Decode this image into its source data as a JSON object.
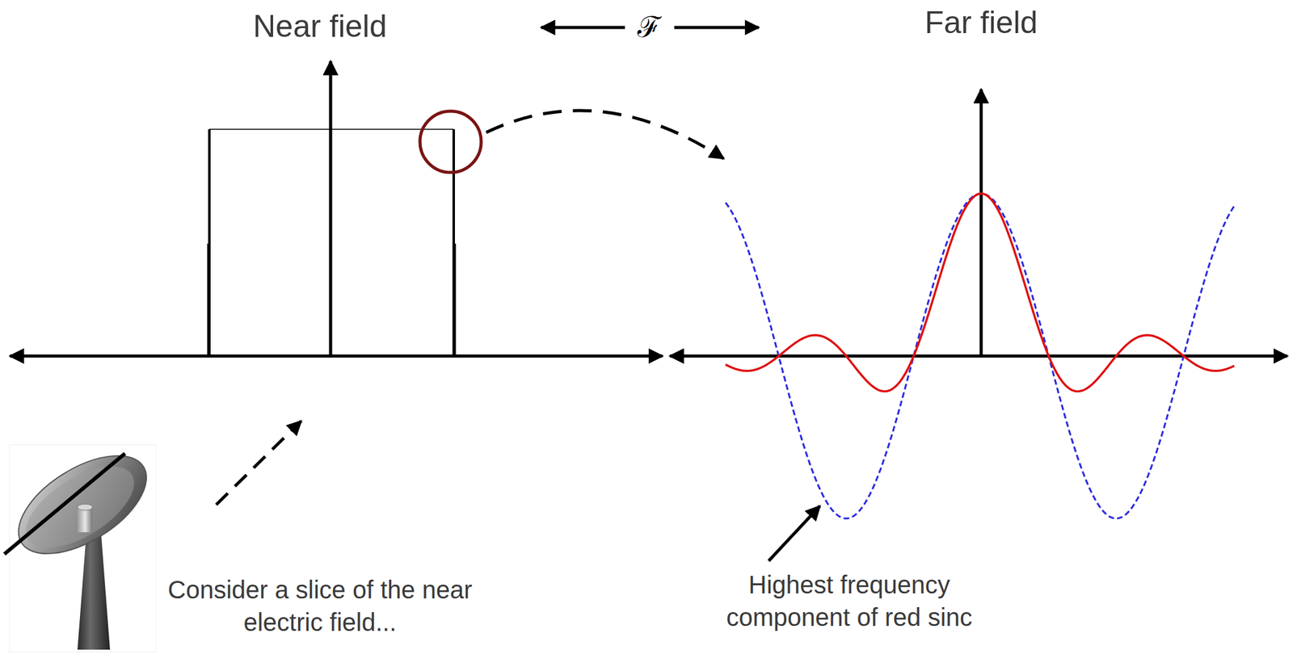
{
  "diagram": {
    "labels": [
      "Near field",
      "ℱ",
      "Far field",
      "Consider a slice of the near electric field...",
      "Highest frequency component of red sinc"
    ]
  }
}
